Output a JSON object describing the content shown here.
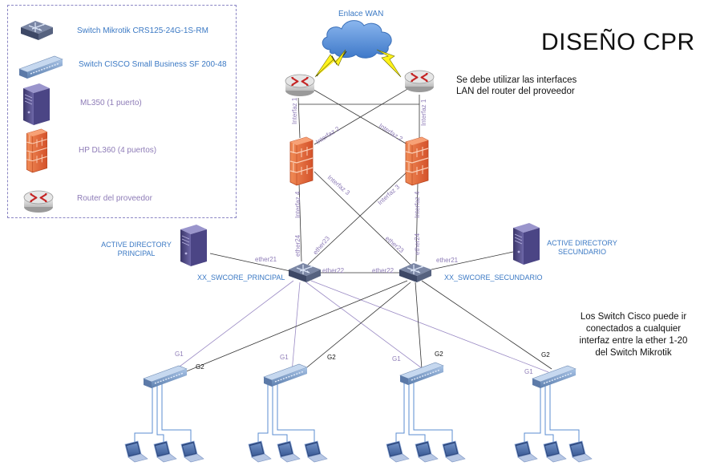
{
  "title": "DISEÑO CPR",
  "wan_label": "Enlace WAN",
  "note_lan": [
    "Se debe utilizar las interfaces",
    "LAN del router del proveedor"
  ],
  "note_cisco": [
    "Los Switch Cisco puede ir",
    "conectados a cualquier",
    "interfaz entre la ether 1-20",
    "del Switch Mikrotik"
  ],
  "legend": {
    "mikrotik": "Switch Mikrotik  CRS125-24G-1S-RM",
    "cisco": "Switch CISCO Small Business SF 200-48",
    "ml350": "ML350 (1 puerto)",
    "dl360": "HP DL360 (4 puertos)",
    "router": "Router del proveedor"
  },
  "ad_principal": [
    "ACTIVE DIRECTORY",
    "PRINCIPAL"
  ],
  "ad_secundario": [
    "ACTIVE DIRECTORY",
    "SECUNDARIO"
  ],
  "sw_principal": "XX_SWCORE_PRINCIPAL",
  "sw_secundario": "XX_SWCORE_SECUNDARIO",
  "link_labels": {
    "if1": "Interfaz 1",
    "if2": "Interfaz 2",
    "if3": "Interfaz 3",
    "if4": "Interfaz 4",
    "ether21": "ether21",
    "ether22": "ether22",
    "ether23": "ether23",
    "ether24": "ether24",
    "g1": "G1",
    "g2": "G2"
  },
  "colors": {
    "blue_text": "#3b79c4",
    "purple_text": "#8e7cb7",
    "link_line": "#333333",
    "purple_line": "#9a8ac4",
    "access_line": "#5b8ed0",
    "firewall": "#e8673a",
    "legend_border": "#8b86c4"
  }
}
